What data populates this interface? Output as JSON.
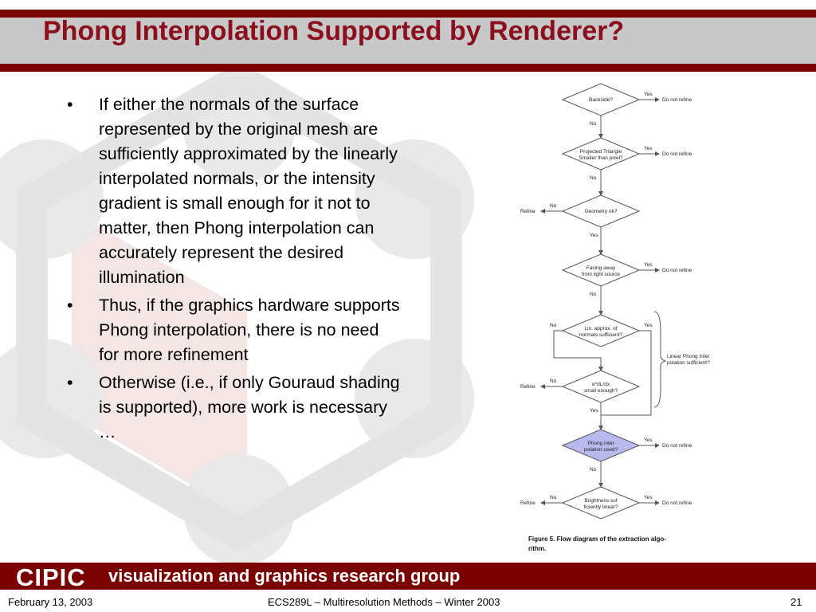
{
  "slide": {
    "title": "Phong Interpolation Supported by Renderer?",
    "bullets": [
      "If either the normals of the surface represented by the original mesh are sufficiently approximated by the linearly interpolated normals, or the intensity gradient is small enough for it not to matter, then Phong interpolation can accurately represent the desired illumination",
      "Thus, if the graphics hardware supports Phong interpolation, there is no need for more refinement",
      "Otherwise (i.e., if only Gouraud shading is supported), more work is necessary …"
    ],
    "bullet_symbol": "•"
  },
  "flowchart": {
    "nodes": [
      {
        "line1": "Backside?",
        "line2": ""
      },
      {
        "line1": "Projected Triangle",
        "line2": "Smaller than pixel?"
      },
      {
        "line1": "Geometry ok?",
        "line2": ""
      },
      {
        "line1": "Facing away",
        "line2": "from light source"
      },
      {
        "line1": "Lin. approx. of",
        "line2": "normals sufficient?"
      },
      {
        "line1": "α*dL/dx",
        "line2": "small enough?"
      },
      {
        "line1": "Phong inter",
        "line2": "polation used?"
      },
      {
        "line1": "Brightness suf",
        "line2": "ficiently linear?"
      }
    ],
    "labels": {
      "yes": "Yes",
      "no": "No",
      "do_not_refine": "Do not refine",
      "refine": "Refine"
    },
    "bracket_label_line1": "Linear Phong Inter",
    "bracket_label_line2": "polation sufficient?",
    "caption_line1": "Figure 5. Flow diagram of the extraction algo-",
    "caption_line2": "rithm.",
    "highlight_color": "#b9b9ee"
  },
  "footer": {
    "logo": "CIPIC",
    "tagline": "visualization and graphics research group",
    "date": "February 13, 2003",
    "course": "ECS289L – Multiresolution Methods – Winter 2003",
    "page": "21"
  },
  "colors": {
    "accent": "#7a0000",
    "title_text": "#8b0f1c",
    "title_bar": "#c8c8c8"
  }
}
